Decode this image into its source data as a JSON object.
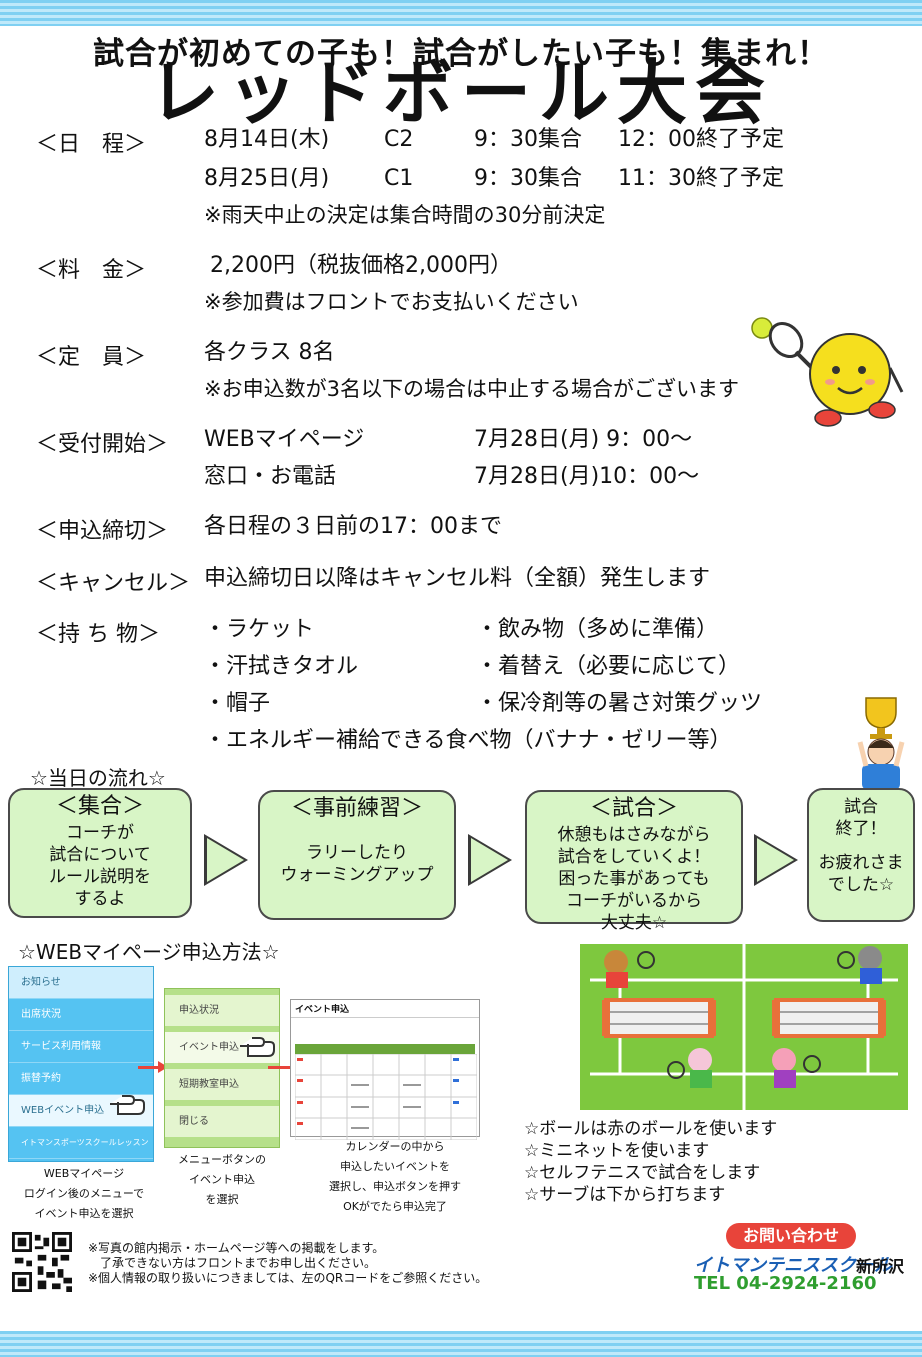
{
  "header": {
    "subtitle": "試合が初めての子も！試合がしたい子も！集まれ！",
    "title": "レッドボール大会"
  },
  "schedule": {
    "label": "＜日　程＞",
    "rows": [
      {
        "date": "8月14日(木)",
        "class": "C2",
        "gather": "9：30集合",
        "end": "12：00終了予定"
      },
      {
        "date": "8月25日(月)",
        "class": "C1",
        "gather": "9：30集合",
        "end": "11：30終了予定"
      }
    ],
    "note": "※雨天中止の決定は集合時間の30分前決定"
  },
  "fee": {
    "label": "＜料　金＞",
    "value": "2,200円（税抜価格2,000円）",
    "note": "※参加費はフロントでお支払いください"
  },
  "capacity": {
    "label": "＜定　員＞",
    "value": "各クラス 8名",
    "note": "※お申込数が3名以下の場合は中止する場合がございます"
  },
  "reception": {
    "label": "＜受付開始＞",
    "rows": [
      {
        "method": "WEBマイページ",
        "time": "7月28日(月)  9：00～"
      },
      {
        "method": "窓口・お電話",
        "time": "7月28日(月)10：00～"
      }
    ]
  },
  "deadline": {
    "label": "＜申込締切＞",
    "value": "各日程の３日前の17：00まで"
  },
  "cancel": {
    "label": "＜キャンセル＞",
    "value": "申込締切日以降はキャンセル料（全額）発生します"
  },
  "items": {
    "label": "＜持 ち 物＞",
    "left": [
      "・ラケット",
      "・汗拭きタオル",
      "・帽子"
    ],
    "right": [
      "・飲み物（多めに準備）",
      "・着替え（必要に応じて）",
      "・保冷剤等の暑さ対策グッツ"
    ],
    "extra": "・エネルギー補給できる食べ物（バナナ・ゼリー等）"
  },
  "flow": {
    "title": "☆当日の流れ☆",
    "steps": [
      {
        "heading": "＜集合＞",
        "lines": [
          "コーチが",
          "試合について",
          "ルール説明を",
          "するよ"
        ]
      },
      {
        "heading": "＜事前練習＞",
        "lines": [
          "ラリーしたり",
          "ウォーミングアップ"
        ]
      },
      {
        "heading": "＜試合＞",
        "lines": [
          "休憩もはさみながら",
          "試合をしていくよ！",
          "困った事があっても",
          "コーチがいるから",
          "大丈夫☆"
        ]
      },
      {
        "heading": "",
        "lines": [
          "試合",
          "終了！",
          "",
          "お疲れさま",
          "でした☆"
        ]
      }
    ]
  },
  "web": {
    "title": "☆WEBマイページ申込方法☆",
    "menu1": [
      "お知らせ",
      "出席状況",
      "サービス利用情報",
      "振替予約",
      "WEBイベント申込",
      "イトマンスポーツスクールレッスン予約"
    ],
    "menu2": [
      "申込状況",
      "イベント申込",
      "短期教室申込",
      "閉じる"
    ],
    "calendar_title": "イベント申込",
    "captions": [
      [
        "WEBマイページ",
        "ログイン後のメニューで",
        "イベント申込を選択"
      ],
      [
        "メニューボタンの",
        "イベント申込",
        "を選択"
      ],
      [
        "カレンダーの中から",
        "申込したいイベントを",
        "選択し、申込ボタンを押す",
        "OKがでたら申込完了"
      ]
    ]
  },
  "rules": [
    "☆ボールは赤のボールを使います",
    "☆ミニネットを使います",
    "☆セルフテニスで試合をします",
    "☆サーブは下から打ちます"
  ],
  "footer": {
    "notes": [
      "※写真の館内掲示・ホームページ等への掲載をします。",
      "　了承できない方はフロントまでお申し出ください。",
      "※個人情報の取り扱いにつきましては、左のQRコードをご参照ください。"
    ],
    "contact_badge": "お問い合わせ",
    "school": "イトマンテニススクール",
    "branch": "新所沢",
    "tel": "TEL 04-2924-2160"
  },
  "colors": {
    "flow_box": "#d8f5c6",
    "band": "#7fd0f2",
    "court": "#7ec83e",
    "net": "#e8703a",
    "badge": "#e8443a",
    "school_text": "#1a5fb4",
    "tel_text": "#2f9e2f"
  }
}
